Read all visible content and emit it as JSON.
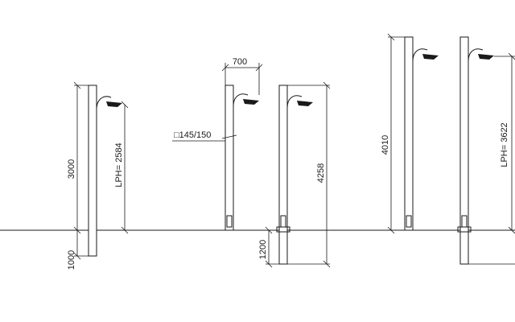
{
  "dimensions": {
    "pole1_height": "3000",
    "pole1_embed": "1000",
    "pole1_lph": "LPH= 2584",
    "pole2_arm": "700",
    "pole2_section": "□145/150",
    "pole3_height": "4258",
    "pole3_embed": "1200",
    "pole4_height": "4010",
    "pole5_lph": "LPH= 3622"
  },
  "colors": {
    "line": "#1a1a1a",
    "background": "#ffffff"
  }
}
